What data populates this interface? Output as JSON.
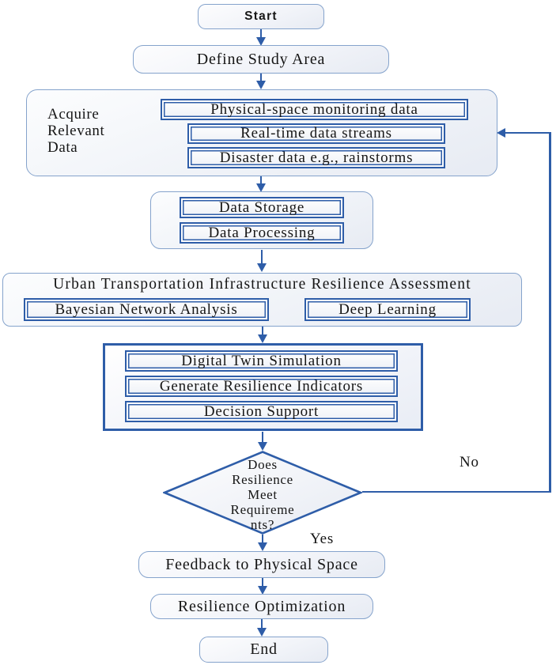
{
  "flowchart": {
    "nodes": {
      "start": {
        "label": "Start"
      },
      "define_study_area": {
        "label": "Define Study Area"
      },
      "acquire_relevant_data": {
        "label": "Acquire\nRelevant\nData",
        "children": [
          {
            "label": "Physical-space monitoring data"
          },
          {
            "label": "Real-time data streams"
          },
          {
            "label": "Disaster data e.g., rainstorms"
          }
        ]
      },
      "data_stage": {
        "children": [
          {
            "label": "Data Storage"
          },
          {
            "label": "Data Processing"
          }
        ]
      },
      "assessment": {
        "label": "Urban Transportation Infrastructure Resilience Assessment",
        "children": [
          {
            "label": "Bayesian Network Analysis"
          },
          {
            "label": "Deep Learning"
          }
        ]
      },
      "digital_twin": {
        "children": [
          {
            "label": "Digital Twin Simulation"
          },
          {
            "label": "Generate Resilience Indicators"
          },
          {
            "label": "Decision Support"
          }
        ]
      },
      "decision": {
        "label": "Does\nResilience\nMeet\nRequireme\nnts?"
      },
      "feedback": {
        "label": "Feedback to Physical Space"
      },
      "optimization": {
        "label": "Resilience Optimization"
      },
      "end": {
        "label": "End"
      }
    },
    "edge_labels": {
      "yes": "Yes",
      "no": "No"
    },
    "colors": {
      "line_blue": "#2e5da8",
      "container_border": "#85a3cc",
      "text": "#161616"
    }
  }
}
